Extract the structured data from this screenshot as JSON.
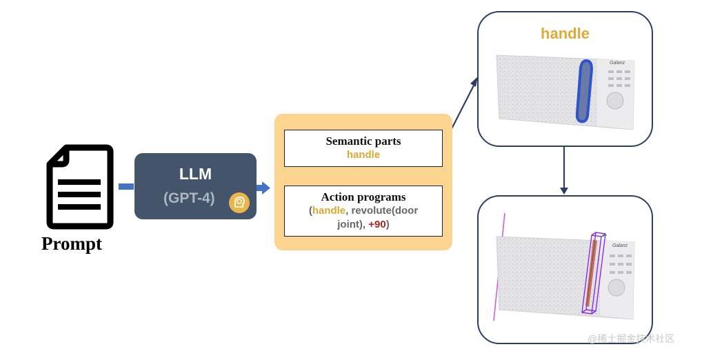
{
  "prompt": {
    "label": "Prompt"
  },
  "llm": {
    "title": "LLM",
    "model": "(GPT-4)"
  },
  "panel": {
    "semantic": {
      "title": "Semantic parts",
      "part": "handle"
    },
    "action": {
      "title": "Action programs",
      "open": "(",
      "part": "handle",
      "mid": ", revolute(door",
      "line2": "joint), ",
      "angle": "+90",
      "close": ")"
    }
  },
  "frame_top": {
    "label": "handle"
  },
  "microwave": {
    "brand": "Galanz"
  },
  "watermark": "@稀土掘金技术社区",
  "colors": {
    "arrow": "#4472c4",
    "navy": "#2b3f5e",
    "llm_box": "#44546a",
    "panel": "#fbd58f",
    "handle_text": "#e0aa3a",
    "angle_text": "#a8261f",
    "segmentation": "#2d54c9",
    "bbox": "#8a2be2"
  }
}
